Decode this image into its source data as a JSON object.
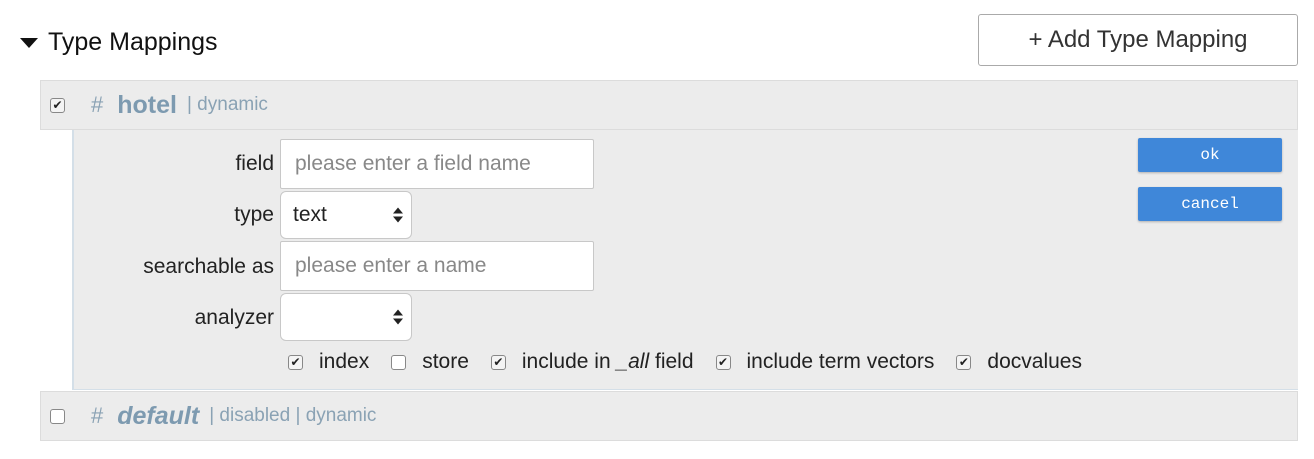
{
  "section": {
    "title": "Type Mappings",
    "add_button": "+ Add Type Mapping"
  },
  "mappings": [
    {
      "checked": true,
      "hash": "#",
      "name": "hotel",
      "meta": "| dynamic"
    },
    {
      "checked": false,
      "hash": "#",
      "name": "default",
      "meta": "| disabled | dynamic"
    }
  ],
  "editor": {
    "field_label": "field",
    "field_placeholder": "please enter a field name",
    "type_label": "type",
    "type_value": "text",
    "searchable_label": "searchable as",
    "searchable_placeholder": "please enter a name",
    "analyzer_label": "analyzer",
    "analyzer_value": "",
    "ok_button": "ok",
    "cancel_button": "cancel",
    "options": {
      "index": {
        "label": "index",
        "checked": true
      },
      "store": {
        "label": "store",
        "checked": false
      },
      "include_all": {
        "pre": "include in ",
        "italic": "_all",
        "post": " field",
        "checked": true
      },
      "term_vectors": {
        "label": "include term vectors",
        "checked": true
      },
      "docvalues": {
        "label": "docvalues",
        "checked": true
      }
    }
  },
  "colors": {
    "accent": "#3f87d9",
    "type_name": "#7d9ab0",
    "row_bg": "#ececec"
  }
}
